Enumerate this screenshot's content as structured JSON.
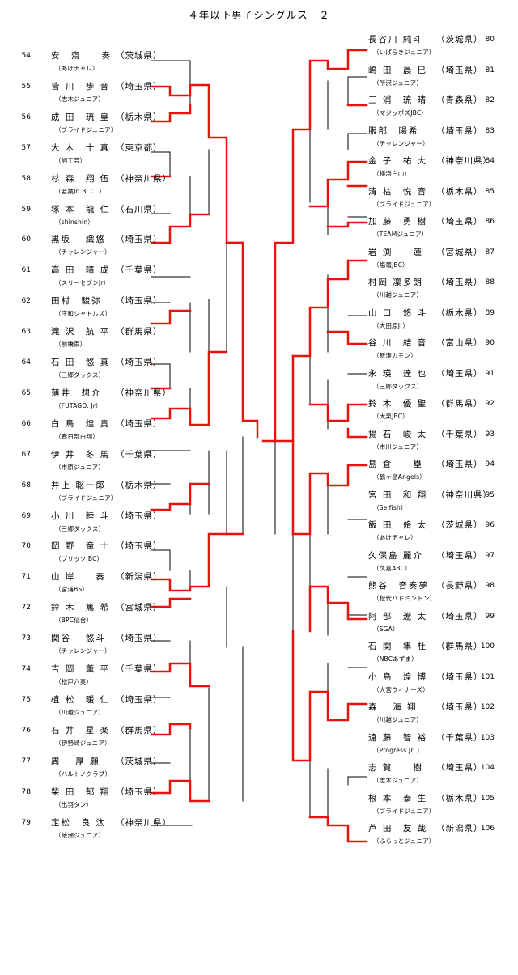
{
  "title": "４年以下男子シングルス－２",
  "labels": {
    "prefix_open": "（",
    "prefix_close": "）"
  },
  "left_players": [
    {
      "num": "54",
      "name": "安　齋　　奏",
      "pref": "茨城県",
      "club": "（あけチャレ）"
    },
    {
      "num": "55",
      "name": "皆 川　歩 音",
      "pref": "埼玉県",
      "club": "（志木ジュニア）"
    },
    {
      "num": "56",
      "name": "成 田　琉 皇",
      "pref": "栃木県",
      "club": "（ブライドジュニア）"
    },
    {
      "num": "57",
      "name": "大 木　十 真",
      "pref": "東京都",
      "club": "（旭工芸）"
    },
    {
      "num": "58",
      "name": "杉 森　翔 伍",
      "pref": "神奈川県",
      "club": "（若葉Jr. B. C. ）"
    },
    {
      "num": "59",
      "name": "塚 本　龍 仁",
      "pref": "石川県",
      "club": "（shinshin）"
    },
    {
      "num": "60",
      "name": "黒坂　 織悠",
      "pref": "埼玉県",
      "club": "（チャレンジャー）"
    },
    {
      "num": "61",
      "name": "高 田　晴 成",
      "pref": "千葉県",
      "club": "（スリーセブンJr）"
    },
    {
      "num": "62",
      "name": "田村　駿弥",
      "pref": "埼玉県",
      "club": "（庄和シャトルズ）"
    },
    {
      "num": "63",
      "name": "滝 沢　航 平",
      "pref": "群馬県",
      "club": "（前橋東）"
    },
    {
      "num": "64",
      "name": "石 田　悠 真",
      "pref": "埼玉県",
      "club": "（三郷ダックス）"
    },
    {
      "num": "65",
      "name": "薄井　想介",
      "pref": "神奈川県",
      "club": "（FUTAGO. Jr）"
    },
    {
      "num": "66",
      "name": "白 鳥　煌 貴",
      "pref": "埼玉県",
      "club": "（春日部白翔）"
    },
    {
      "num": "67",
      "name": "伊 井　冬 馬",
      "pref": "千葉県",
      "club": "（市原ジュニア）"
    },
    {
      "num": "68",
      "name": "井上 聡一郎",
      "pref": "栃木県",
      "club": "（ブライドジュニア）"
    },
    {
      "num": "69",
      "name": "小 川　睦 斗",
      "pref": "埼玉県",
      "club": "（三郷ダックス）"
    },
    {
      "num": "70",
      "name": "岡 野　竜 士",
      "pref": "埼玉県",
      "club": "（ブリッツJBC）"
    },
    {
      "num": "71",
      "name": "山 岸　　奏",
      "pref": "新潟県",
      "club": "（宮浦BS）"
    },
    {
      "num": "72",
      "name": "鈴 木　篤 希",
      "pref": "宮城県",
      "club": "（BPC仙台）"
    },
    {
      "num": "73",
      "name": "関谷　 悠斗",
      "pref": "埼玉県",
      "club": "（チャレンジャー）"
    },
    {
      "num": "74",
      "name": "吉 岡　薫 平",
      "pref": "千葉県",
      "club": "（松戸六実）"
    },
    {
      "num": "75",
      "name": "植 松　暖 仁",
      "pref": "埼玉県",
      "club": "（川越ジュニア）"
    },
    {
      "num": "76",
      "name": "石 井　星 楽",
      "pref": "群馬県",
      "club": "（伊勢崎ジュニア）"
    },
    {
      "num": "77",
      "name": "周　 厚 願",
      "pref": "茨城県",
      "club": "（ハルトノクラブ）"
    },
    {
      "num": "78",
      "name": "柴 田　郁 翔",
      "pref": "埼玉県",
      "club": "（出羽タン）"
    },
    {
      "num": "79",
      "name": "定松　良 汰",
      "pref": "神奈川県",
      "club": "（綾瀬ジュニア）"
    }
  ],
  "right_players": [
    {
      "num": "80",
      "name": "長谷川 純斗",
      "pref": "茨城県",
      "club": "（いばらきジュニア）"
    },
    {
      "num": "81",
      "name": "嶋 田　晨 巳",
      "pref": "埼玉県",
      "club": "（所沢ジュニア）"
    },
    {
      "num": "82",
      "name": "三 浦　琉 晴",
      "pref": "青森県",
      "club": "（マジッポズJBC）"
    },
    {
      "num": "83",
      "name": "服部　陽希",
      "pref": "埼玉県",
      "club": "（チャレンジャー）"
    },
    {
      "num": "84",
      "name": "金 子　祐 大",
      "pref": "神奈川県",
      "club": "（横浜白山）"
    },
    {
      "num": "85",
      "name": "清 枯　悦 音",
      "pref": "栃木県",
      "club": "（ブライドジュニア）"
    },
    {
      "num": "86",
      "name": "加 藤　勇 樹",
      "pref": "埼玉県",
      "club": "（TEAMジュニア）"
    },
    {
      "num": "87",
      "name": "岩 渕　　蓮",
      "pref": "宮城県",
      "club": "（塩竈JBC）"
    },
    {
      "num": "88",
      "name": "村岡 凜多朗",
      "pref": "埼玉県",
      "club": "（川越ジュニア）"
    },
    {
      "num": "89",
      "name": "山 口　悠 斗",
      "pref": "栃木県",
      "club": "（大田原Jr）"
    },
    {
      "num": "90",
      "name": "谷 川　結 音",
      "pref": "富山県",
      "club": "（新湊カモン）"
    },
    {
      "num": "91",
      "name": "永 瑛　達 也",
      "pref": "埼玉県",
      "club": "（三郷ダックス）"
    },
    {
      "num": "92",
      "name": "鈴 木　優 聖",
      "pref": "群馬県",
      "club": "（大泉JBC）"
    },
    {
      "num": "93",
      "name": "揚 石　峻 太",
      "pref": "千葉県",
      "club": "（市川ジュニア）"
    },
    {
      "num": "94",
      "name": "島 倉　　塁",
      "pref": "埼玉県",
      "club": "（鶴ヶ島Angels）"
    },
    {
      "num": "95",
      "name": "宮 田　和 翔",
      "pref": "神奈川県",
      "club": "（Selfish）"
    },
    {
      "num": "96",
      "name": "飯 田　脩 太",
      "pref": "茨城県",
      "club": "（あけチャレ）"
    },
    {
      "num": "97",
      "name": "久保島 麗介",
      "pref": "埼玉県",
      "club": "（久喜ABC）"
    },
    {
      "num": "98",
      "name": "熊谷　音奏夢",
      "pref": "長野県",
      "club": "（松代バドミントン）"
    },
    {
      "num": "99",
      "name": "阿 部　遼 太",
      "pref": "埼玉県",
      "club": "（SGA）"
    },
    {
      "num": "100",
      "name": "石 関　隼 杜",
      "pref": "群馬県",
      "club": "（NBCあずま）"
    },
    {
      "num": "101",
      "name": "小 島　煌 博",
      "pref": "埼玉県",
      "club": "（大宮ウィナーズ）"
    },
    {
      "num": "102",
      "name": "森　 海 翔",
      "pref": "埼玉県",
      "club": "（川越ジュニア）"
    },
    {
      "num": "103",
      "name": "遠 藤　智 裕",
      "pref": "千葉県",
      "club": "（Progress Jr. ）"
    },
    {
      "num": "104",
      "name": "志 賀　　樹",
      "pref": "埼玉県",
      "club": "（志木ジュニア）"
    },
    {
      "num": "105",
      "name": "根 本　泰 生",
      "pref": "栃木県",
      "club": "（ブライドジュニア）"
    },
    {
      "num": "106",
      "name": "芦 田　友 哉",
      "pref": "新潟県",
      "club": "（ふらっとジュニア）"
    }
  ],
  "colors": {
    "winner": "#e8120c",
    "loser": "#000000"
  }
}
